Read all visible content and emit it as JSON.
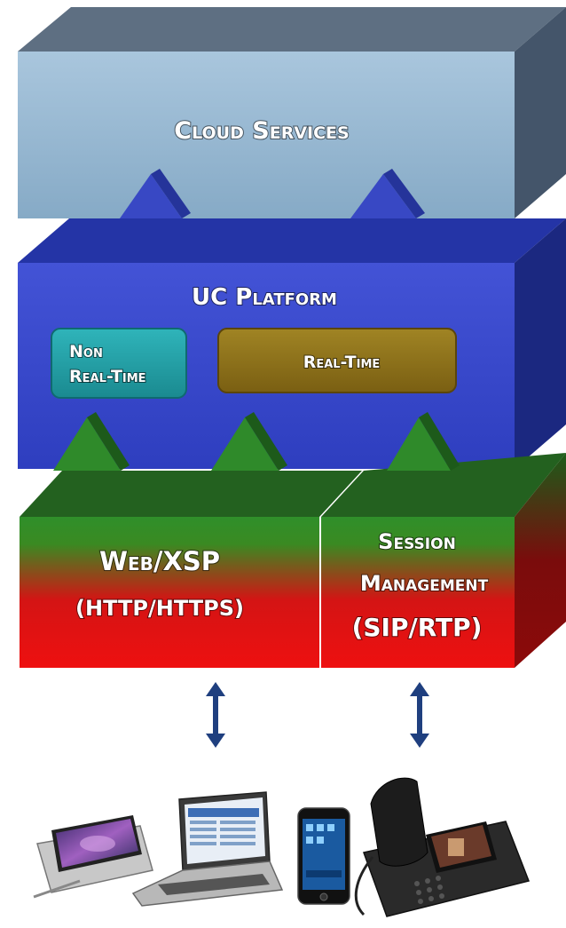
{
  "diagram": {
    "cloud_label": "Cloud Services",
    "platform_label": "UC Platform",
    "non_real_time_line1": "Non",
    "non_real_time_line2": "Real-Time",
    "real_time_label": "Real-Time",
    "web_line1": "Web/XSP",
    "web_line2": "(HTTP/HTTPS)",
    "session_line1": "Session",
    "session_line2": "Management",
    "session_line3": "(SIP/RTP)"
  },
  "colors": {
    "cloud_front": "#8fb3cf",
    "cloud_top": "#5c6e80",
    "cloud_side": "#475868",
    "platform_front": "#3646c8",
    "platform_top": "#2635a8",
    "platform_side": "#1a2680",
    "non_real_time_box": "#1f9aa0",
    "real_time_box": "#8a6e18",
    "bottom_green": "#2f8f2a",
    "bottom_red": "#e01010",
    "arrow": "#1f3f7f"
  },
  "devices": [
    "tablet-icon",
    "laptop-icon",
    "smartphone-icon",
    "desk-phone-icon"
  ]
}
